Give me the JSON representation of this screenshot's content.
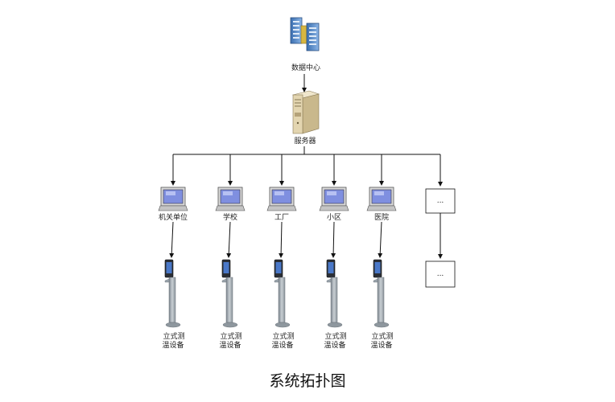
{
  "diagram": {
    "title": "系统拓扑图",
    "data_center": {
      "label": "数据中心",
      "icon": "data-center-icon"
    },
    "server": {
      "label": "服务器",
      "icon": "server-icon"
    },
    "branches": [
      {
        "label": "机关单位",
        "device_label": "立式测温设备"
      },
      {
        "label": "学校",
        "device_label": "立式测温设备"
      },
      {
        "label": "工厂",
        "device_label": "立式测温设备"
      },
      {
        "label": "小区",
        "device_label": "立式测温设备"
      },
      {
        "label": "医院",
        "device_label": "立式测温设备"
      }
    ],
    "placeholder_top": "...",
    "placeholder_bottom": "...",
    "colors": {
      "line": "#111111",
      "screen": "#7f8fe0",
      "server_body": "#e3d5b0",
      "device": "#9aa3ab"
    }
  }
}
